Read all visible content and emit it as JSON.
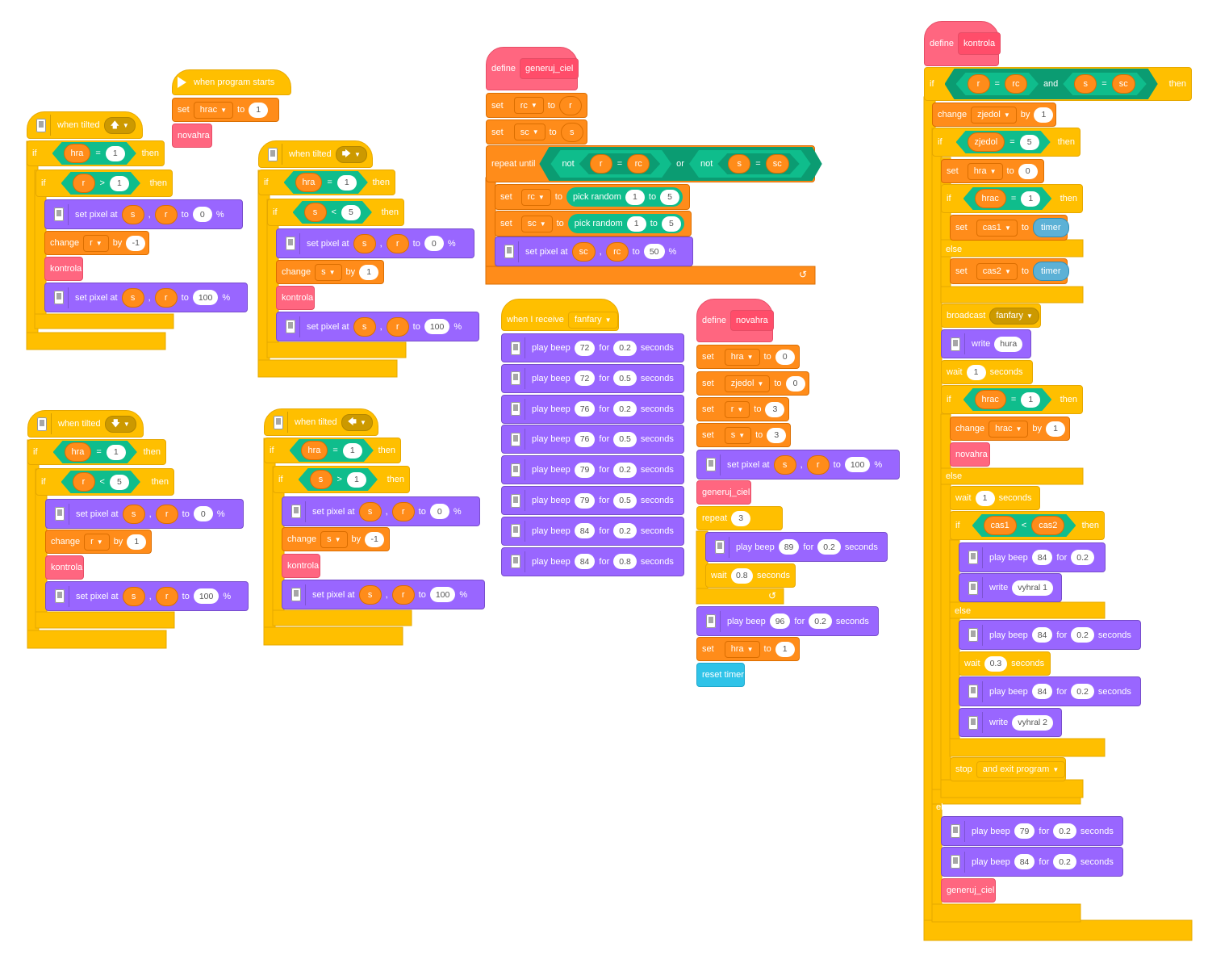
{
  "kw": {
    "if": "if",
    "then": "then",
    "else": "else",
    "set": "set",
    "to": "to",
    "change": "change",
    "by": "by",
    "set_pixel_at": "set pixel at",
    "comma": ",",
    "percent": "%",
    "when_tilted": "when tilted",
    "when_program_starts": "when program starts",
    "when_i_receive": "when I receive",
    "define": "define",
    "repeat_until": "repeat until",
    "not": "not",
    "or": "or",
    "and": "and",
    "pick_random": "pick random",
    "play_beep": "play beep",
    "for": "for",
    "seconds": "seconds",
    "wait": "wait",
    "repeat": "repeat",
    "reset_timer": "reset timer",
    "broadcast": "broadcast",
    "write": "write",
    "stop": "stop",
    "eq": "=",
    "gt": ">",
    "lt": "<",
    "loop": "↺"
  },
  "vars": {
    "hra": "hra",
    "r": "r",
    "s": "s",
    "rc": "rc",
    "sc": "sc",
    "hrac": "hrac",
    "zjedol": "zjedol",
    "cas1": "cas1",
    "cas2": "cas2",
    "timer": "timer"
  },
  "procs": {
    "novahra": "novahra",
    "kontrola": "kontrola",
    "generuj_ciel": "generuj_ciel"
  },
  "msgs": {
    "fanfary": "fanfary"
  },
  "stop_option": "and exit program",
  "text": {
    "hura": "hura",
    "vyhral1": "vyhral 1",
    "vyhral2": "vyhral 2"
  },
  "nums": {
    "n0": "0",
    "n1": "1",
    "nm1": "-1",
    "n3": "3",
    "n5": "5",
    "n50": "50",
    "n100": "100",
    "b72": "72",
    "b76": "76",
    "b79": "79",
    "b84": "84",
    "b89": "89",
    "b96": "96",
    "d02": "0.2",
    "d03": "0.3",
    "d05": "0.5",
    "d08": "0.8"
  },
  "icons": {
    "tilt_up": "arrow-up-icon",
    "tilt_right": "arrow-right-icon",
    "tilt_down": "arrow-down-icon",
    "tilt_left": "arrow-left-icon"
  },
  "colors": {
    "events": "#FFBF00",
    "variables": "#FF8C1A",
    "display": "#9966FF",
    "my_blocks": "#FF6680",
    "operators": "#0FBD8C",
    "sensing": "#2FC3E8"
  }
}
